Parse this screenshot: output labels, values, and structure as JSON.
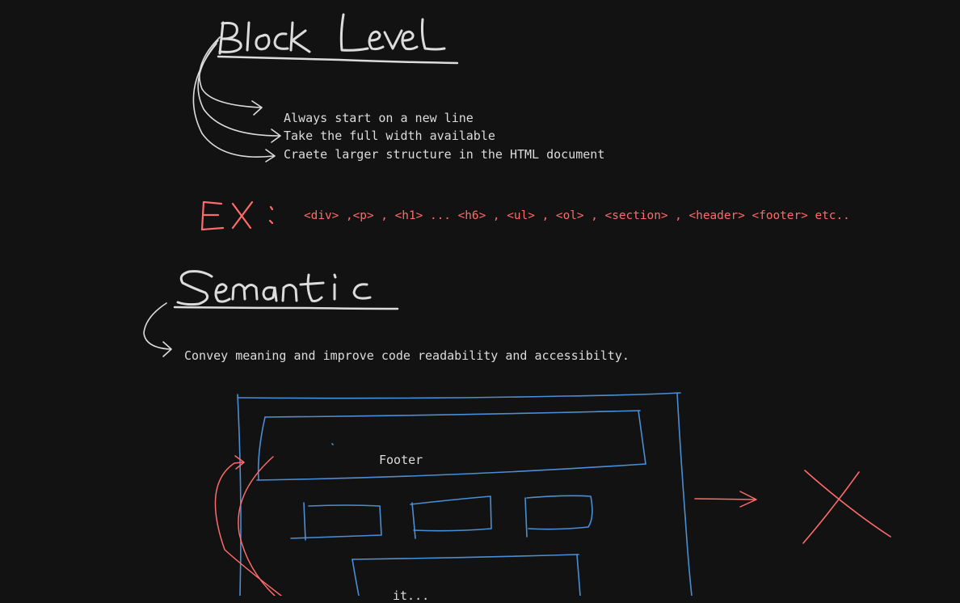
{
  "colors": {
    "background": "#121212",
    "ink_light": "#dcdcdc",
    "ink_red": "#ff6b6b",
    "ink_blue": "#4a8fd6"
  },
  "block_level": {
    "title": "Block level",
    "points": [
      "Always start on a new line",
      "Take the full width available",
      "Craete larger structure in the HTML document"
    ]
  },
  "example": {
    "label": "EX :",
    "text": "<div> ,<p> , <h1> ... <h6> , <ul> , <ol> , <section> , <header> <footer> etc.."
  },
  "semantic": {
    "title": "Semantic",
    "description": "Convey meaning and improve code readability  and accessibilty."
  },
  "sketch": {
    "footer_label": "Footer",
    "bottom_label": "it..."
  }
}
